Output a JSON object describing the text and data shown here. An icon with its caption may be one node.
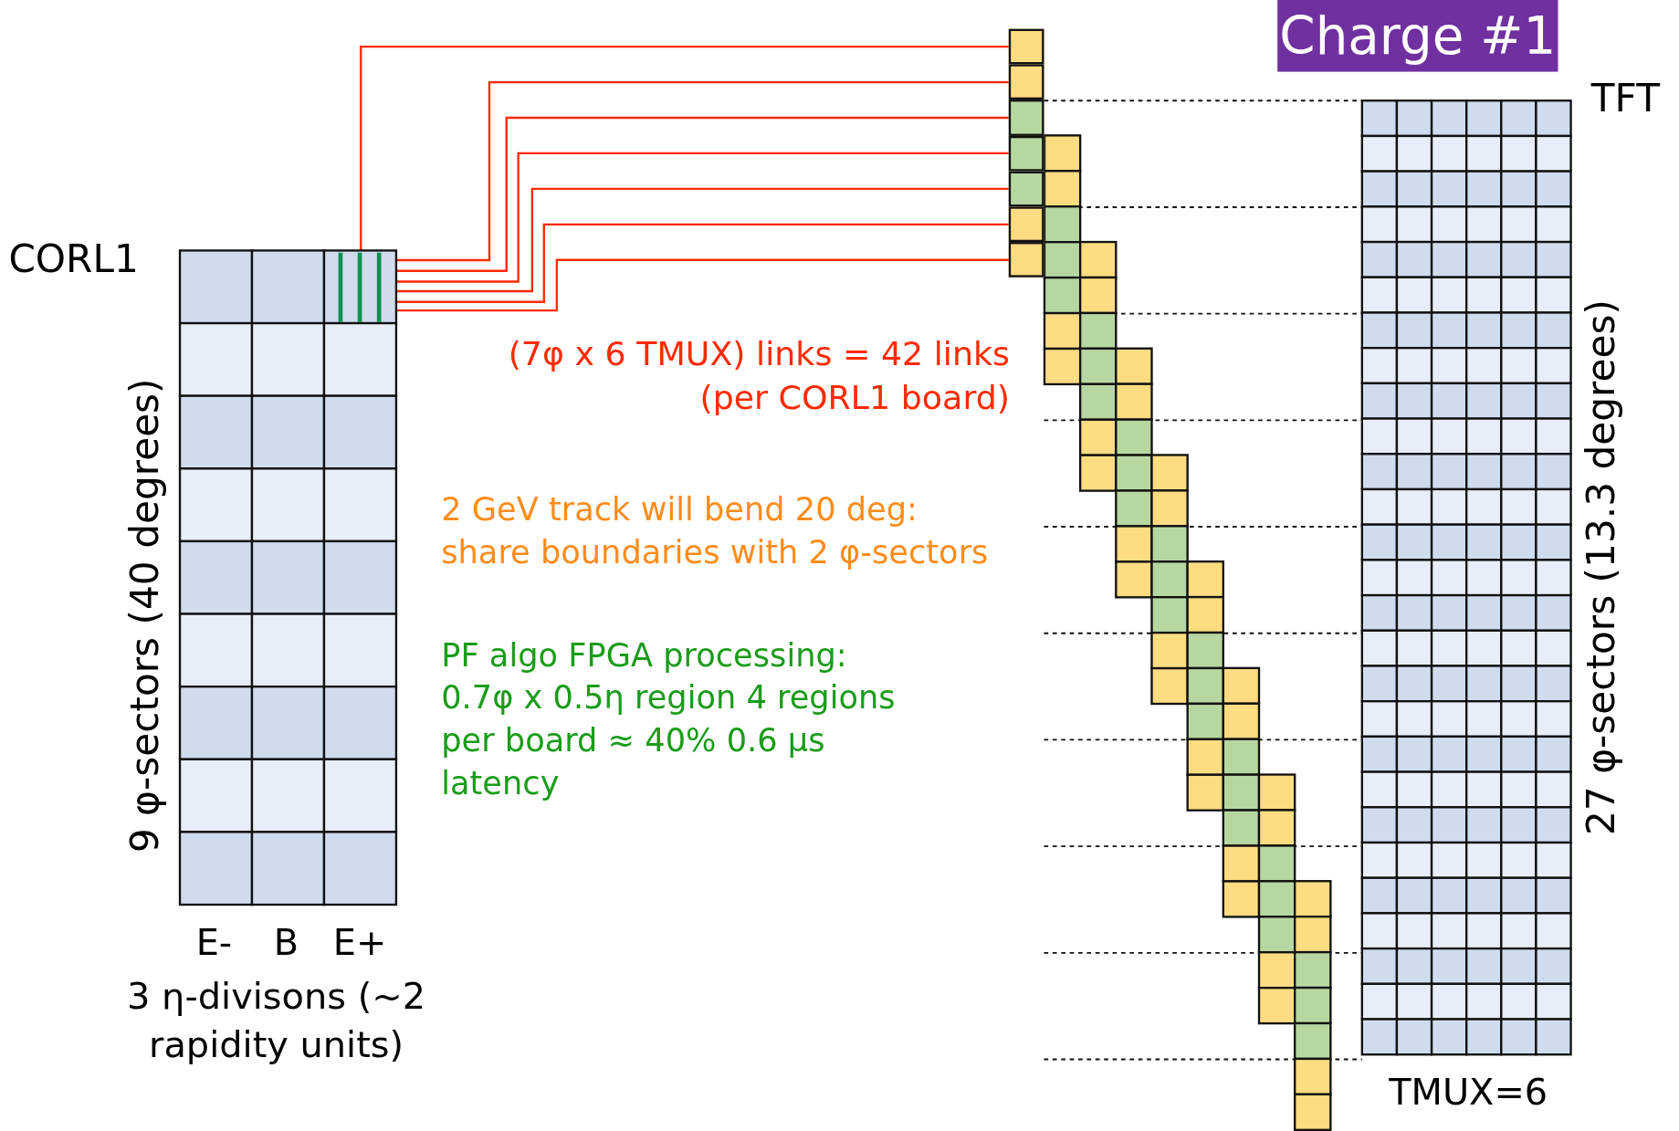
{
  "diagram": {
    "nodes": [
      {
        "text": [],
        "shape": "box",
        "beside": [
          "9 φ-sectors (40 degrees)",
          "E-",
          "B",
          "E+"
        ]
      },
      {
        "text": [],
        "shape": "box"
      },
      {
        "text": [],
        "shape": "box"
      },
      {
        "text": [],
        "shape": "box"
      },
      {
        "text": [],
        "shape": "box"
      },
      {
        "text": [],
        "shape": "box"
      },
      {
        "text": [],
        "shape": "box"
      },
      {
        "text": [],
        "shape": "box"
      }
    ],
    "edges": [
      {
        "from": 0,
        "to": 1,
        "arrow": "none"
      },
      {
        "from": 0,
        "to": 2,
        "arrow": "none"
      },
      {
        "from": 0,
        "to": 3,
        "arrow": "none"
      },
      {
        "from": 0,
        "to": 4,
        "arrow": "none"
      },
      {
        "from": 0,
        "to": 5,
        "arrow": "none"
      },
      {
        "from": 0,
        "to": 6,
        "arrow": "none"
      },
      {
        "from": 0,
        "to": 7,
        "arrow": "none"
      }
    ],
    "labels": [
      "Charge #1",
      "TFT",
      "CORL1",
      "(7φ x 6 TMUX) links = 42 links (per CORL1 board)",
      "2 GeV track will bend 20 deg: share boundaries with 2 φ-sectors",
      "PF algo FPGA processing: 0.7φ x 0.5η region 4 regions per board ≈ 40% 0.6 μs latency",
      "27 φ-sectors (13.3 degrees)",
      "3 η-divisons (~2 rapidity units)",
      "TMUX=6"
    ]
  }
}
